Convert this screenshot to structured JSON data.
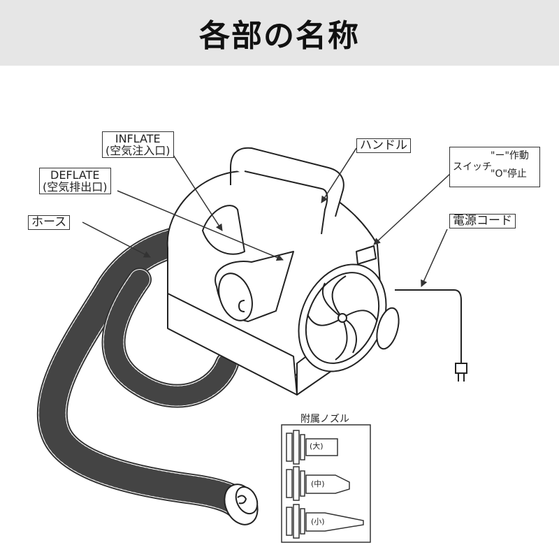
{
  "header": {
    "title": "各部の名称"
  },
  "labels": {
    "inflate": "INFLATE",
    "inflate_sub": "(空気注入口)",
    "deflate": "DEFLATE",
    "deflate_sub": "(空気排出口)",
    "hose": "ホース",
    "handle": "ハンドル",
    "switch": "スイッチ",
    "switch_on": "\"ー\"作動",
    "switch_off": "\"O\"停止",
    "power_cord": "電源コード"
  },
  "nozzles": {
    "title": "附属ノズル",
    "large": "(大)",
    "medium": "(中)",
    "small": "(小)"
  }
}
